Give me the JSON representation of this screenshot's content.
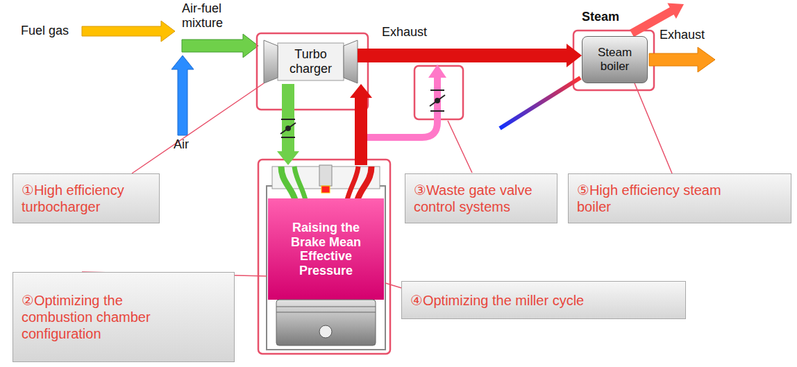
{
  "diagram": {
    "nodes": [
      {
        "text": [
          "Turbo charger"
        ]
      },
      {
        "text": [
          "Steam boiler"
        ]
      },
      {
        "text": [
          "Raising the Brake Mean Effective Pressure"
        ]
      },
      {
        "text": [
          "①High efficiency turbocharger"
        ]
      },
      {
        "text": [
          "③Waste gate valve control systems"
        ]
      },
      {
        "text": [
          "⑤High efficiency steam boiler"
        ]
      },
      {
        "text": [
          "②Optimizing the combustion chamber configuration"
        ]
      },
      {
        "text": [
          "④Optimizing the miller cycle"
        ]
      }
    ],
    "edges": [
      {
        "from": 0,
        "to": 1,
        "label": "Exhaust",
        "arrow": "to"
      },
      {
        "from": 0,
        "to": 2,
        "arrow": "to"
      },
      {
        "from": 2,
        "to": 0,
        "arrow": "to"
      },
      {
        "from": 3,
        "to": 0,
        "arrow": "none"
      },
      {
        "from": 5,
        "to": 1,
        "arrow": "none"
      },
      {
        "from": 6,
        "to": 2,
        "arrow": "none"
      },
      {
        "from": 7,
        "to": 2,
        "arrow": "none"
      }
    ],
    "labels": [
      "Fuel gas",
      "Air-fuel mixture",
      "Air",
      "Steam",
      "Exhaust"
    ]
  }
}
